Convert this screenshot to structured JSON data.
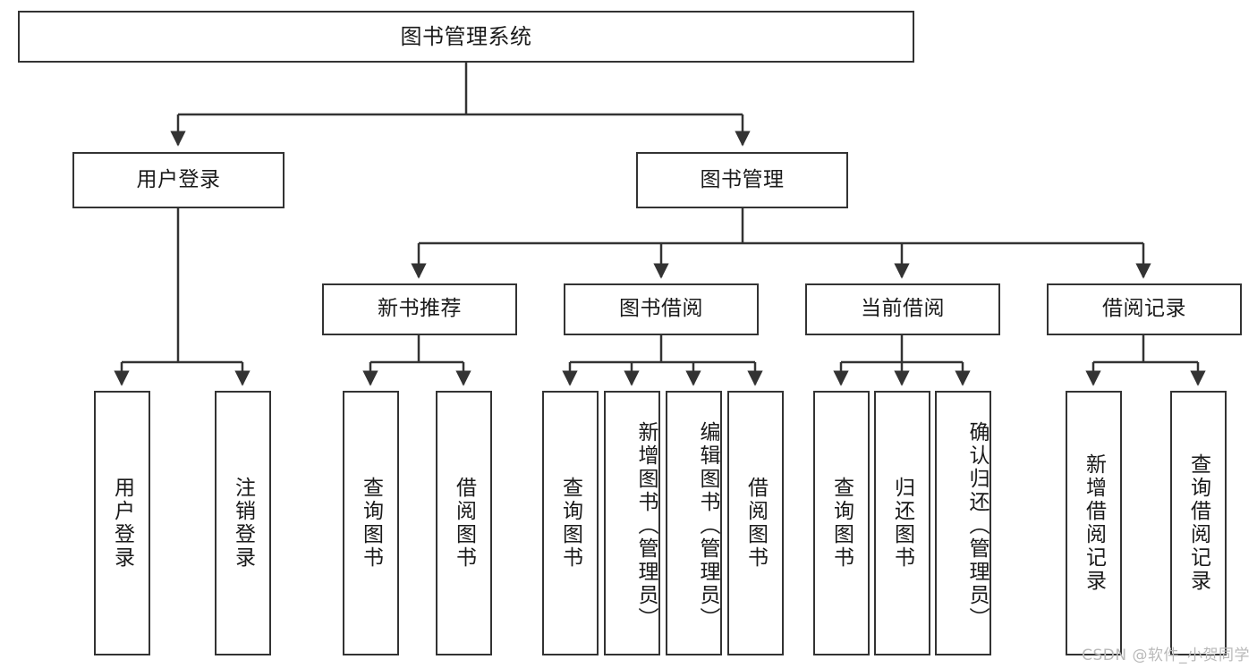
{
  "diagram": {
    "title": "图书管理系统",
    "watermark": "CSDN @软件_小贺同学",
    "stroke_color": "#333333",
    "background_color": "#ffffff",
    "text_color": "#1a1a1a",
    "watermark_color": "#b9b9b9"
  },
  "nodes": {
    "root": {
      "label": "图书管理系统"
    },
    "level2": [
      {
        "label": "用户登录"
      },
      {
        "label": "图书管理"
      }
    ],
    "level3": [
      {
        "label": "新书推荐"
      },
      {
        "label": "图书借阅"
      },
      {
        "label": "当前借阅"
      },
      {
        "label": "借阅记录"
      }
    ],
    "leaves": {
      "user_login": [
        {
          "label": "用户登录"
        },
        {
          "label": "注销登录"
        }
      ],
      "new_book_recommend": [
        {
          "label": "查询图书"
        },
        {
          "label": "借阅图书"
        }
      ],
      "book_borrow": [
        {
          "label": "查询图书"
        },
        {
          "label": "新增图书（管理员）"
        },
        {
          "label": "编辑图书（管理员）"
        },
        {
          "label": "借阅图书"
        }
      ],
      "current_borrow": [
        {
          "label": "查询图书"
        },
        {
          "label": "归还图书"
        },
        {
          "label": "确认归还（管理员）"
        }
      ],
      "borrow_record": [
        {
          "label": "新增借阅记录"
        },
        {
          "label": "查询借阅记录"
        }
      ]
    }
  }
}
